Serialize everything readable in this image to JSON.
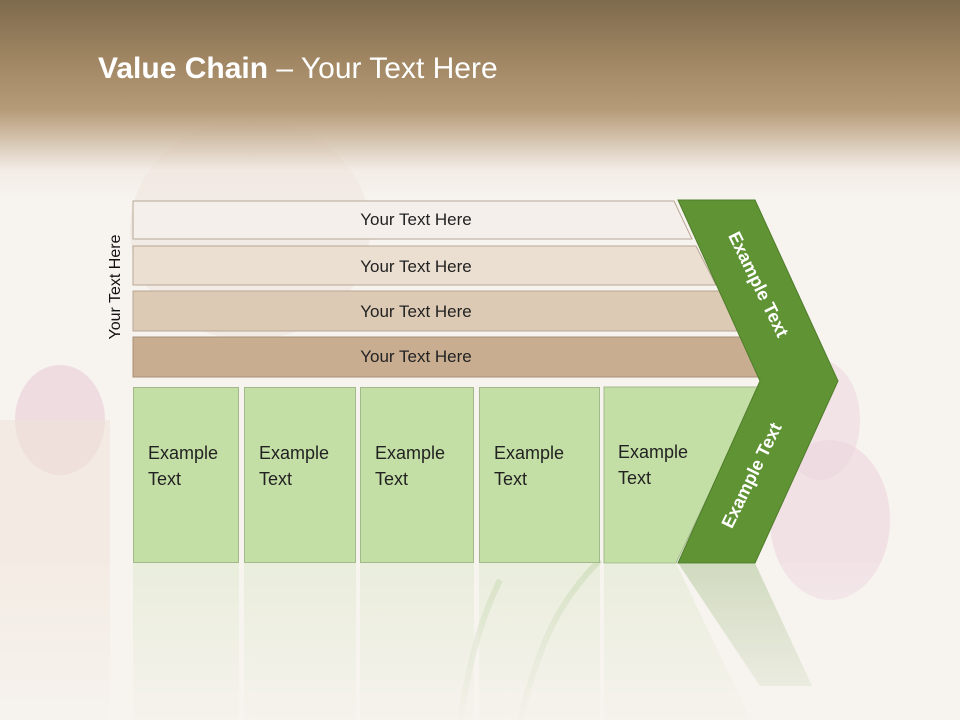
{
  "slide": {
    "title_bold": "Value Chain",
    "title_rest": " – Your Text Here",
    "vertical_label": "Your Text Here"
  },
  "rows": [
    {
      "label": "Your Text Here",
      "color": "#f4efea"
    },
    {
      "label": "Your Text Here",
      "color": "#ebdfd1"
    },
    {
      "label": "Your Text Here",
      "color": "#dccab4"
    },
    {
      "label": "Your Text Here",
      "color": "#c8ad91"
    }
  ],
  "boxes": [
    {
      "line1": "Example",
      "line2": "Text"
    },
    {
      "line1": "Example",
      "line2": "Text"
    },
    {
      "line1": "Example",
      "line2": "Text"
    },
    {
      "line1": "Example",
      "line2": "Text"
    },
    {
      "line1": "Example",
      "line2": "Text"
    }
  ],
  "chevron": {
    "top_label": "Example Text",
    "bottom_label": "Example Text",
    "color": "#5f9334",
    "box_color": "#c4dfa6"
  }
}
